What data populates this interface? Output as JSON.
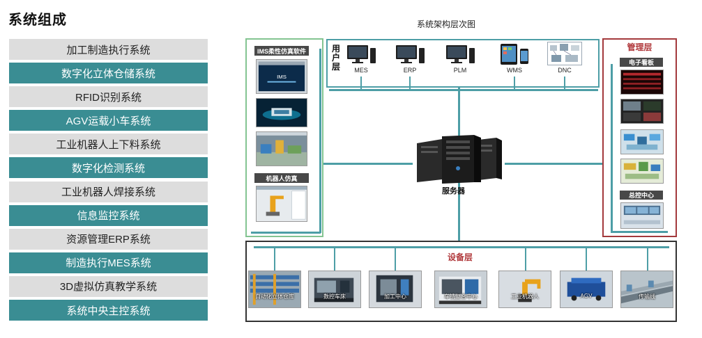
{
  "page": {
    "title": "系统组成"
  },
  "systems": [
    {
      "label": "加工制造执行系统",
      "style": "gray"
    },
    {
      "label": "数字化立体仓储系统",
      "style": "teal"
    },
    {
      "label": "RFID识别系统",
      "style": "gray"
    },
    {
      "label": "AGV运载小车系统",
      "style": "teal"
    },
    {
      "label": "工业机器人上下料系统",
      "style": "gray"
    },
    {
      "label": "数字化检测系统",
      "style": "teal"
    },
    {
      "label": "工业机器人焊接系统",
      "style": "gray"
    },
    {
      "label": "信息监控系统",
      "style": "teal"
    },
    {
      "label": "资源管理ERP系统",
      "style": "gray"
    },
    {
      "label": "制造执行MES系统",
      "style": "teal"
    },
    {
      "label": "3D虚拟仿真教学系统",
      "style": "gray"
    },
    {
      "label": "系统中央主控系统",
      "style": "teal"
    }
  ],
  "colors": {
    "teal": "#3a8d93",
    "gray": "#dddddd",
    "sim_border": "#83c491",
    "mgmt_border": "#a3393c",
    "line": "#4d9ea6"
  },
  "diagram": {
    "title": "系统架构层次图",
    "sim_panel": {
      "header_1": "IMS柔性仿真软件",
      "header_2": "机器人仿真",
      "ims_logo": "IMS"
    },
    "user_layer": {
      "label": "用户层",
      "nodes": [
        {
          "label": "MES",
          "icon": "monitor-pc-icon"
        },
        {
          "label": "ERP",
          "icon": "monitor-pc-icon"
        },
        {
          "label": "PLM",
          "icon": "monitor-pc-icon"
        },
        {
          "label": "WMS",
          "icon": "tablet-phone-icon"
        },
        {
          "label": "DNC",
          "icon": "machine-network-icon"
        }
      ]
    },
    "server": {
      "label": "服务器"
    },
    "mgmt_layer": {
      "title": "管理层",
      "sub_1": "电子看板",
      "sub_2": "总控中心"
    },
    "device_layer": {
      "title": "设备层",
      "devices": [
        {
          "label": "自动化立体仓库"
        },
        {
          "label": "数控车床"
        },
        {
          "label": "加工中心"
        },
        {
          "label": "车铣复合中心"
        },
        {
          "label": "工业机器人"
        },
        {
          "label": "AGV"
        },
        {
          "label": "传输线"
        }
      ]
    }
  }
}
